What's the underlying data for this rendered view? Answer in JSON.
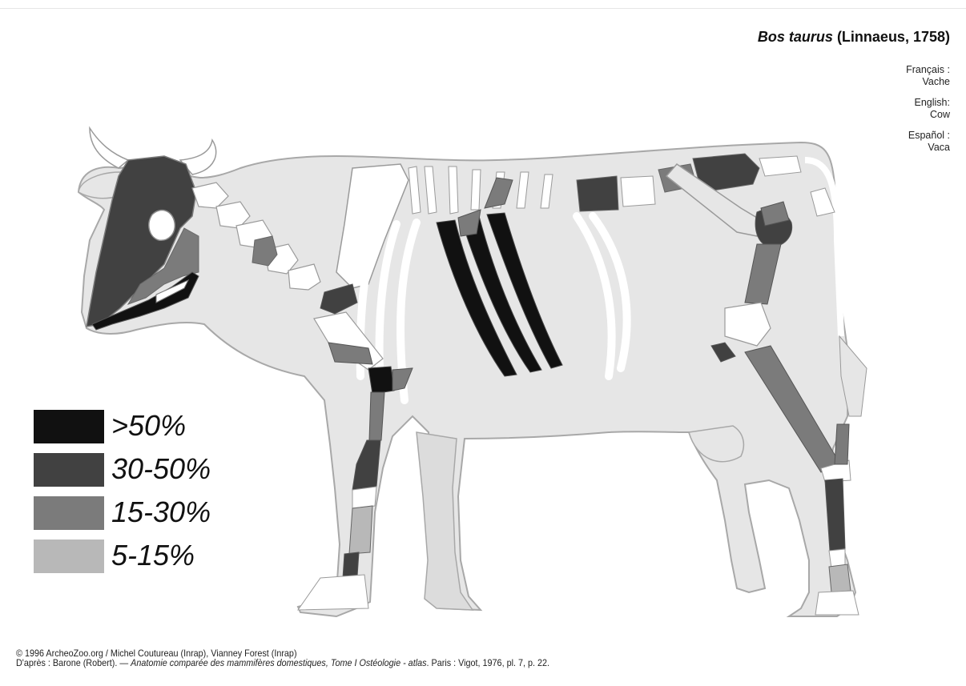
{
  "title": {
    "italic": "Bos taurus",
    "rest": " (Linnaeus, 1758)"
  },
  "names": [
    {
      "label": "Français :",
      "value": "Vache"
    },
    {
      "label": "English:",
      "value": "Cow"
    },
    {
      "label": "Español :",
      "value": "Vaca"
    }
  ],
  "legend": [
    {
      "label": ">50%",
      "color": "#111111"
    },
    {
      "label": "30-50%",
      "color": "#414141"
    },
    {
      "label": "15-30%",
      "color": "#7b7b7b"
    },
    {
      "label": "5-15%",
      "color": "#b8b8b8"
    }
  ],
  "colors": {
    "body": "#e6e6e6",
    "outline": "#a8a8a8",
    "bone": "#ffffff",
    "bone_stroke": "#9a9a9a"
  },
  "credits": {
    "line1": "© 1996 ArcheoZoo.org / Michel Coutureau (Inrap), Vianney Forest (Inrap)",
    "line2_a": "D'après : Barone (Robert). — ",
    "line2_b": "Anatomie comparée des mammifères domestiques, Tome I Ostéologie - atlas",
    "line2_c": ". Paris : Vigot, 1976, pl. 7, p. 22."
  }
}
